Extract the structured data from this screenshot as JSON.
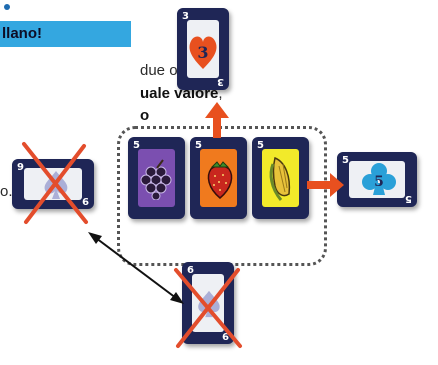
{
  "banner": {
    "text": "llano!"
  },
  "lines": [
    {
      "text": "due o più"
    },
    {
      "bold": "uale valore",
      "rest": ","
    },
    {
      "bold": "o"
    },
    {
      "text": "o."
    }
  ],
  "cards": {
    "heart": {
      "value": "3"
    },
    "fruit_a": {
      "value": "5"
    },
    "fruit_b": {
      "value": "5"
    },
    "fruit_c": {
      "value": "5"
    },
    "club": {
      "value": "5"
    },
    "left": {
      "value": "9"
    },
    "bottom_top": {
      "value": "6"
    },
    "bottom_bottom": {
      "value": "9"
    }
  },
  "colors": {
    "banner": "#34a7e0",
    "card_border": "#1f2656",
    "cross": "#e34d2c",
    "arrow": "#e8501f"
  }
}
